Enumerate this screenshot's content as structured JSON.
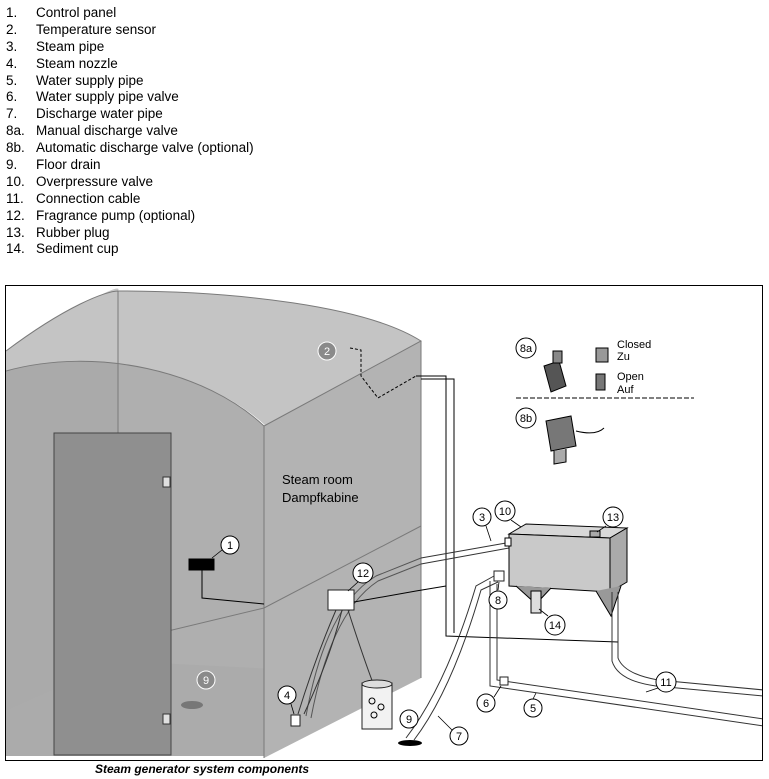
{
  "legend": [
    {
      "num": "1.",
      "text": "Control panel"
    },
    {
      "num": "2.",
      "text": "Temperature sensor"
    },
    {
      "num": "3.",
      "text": "Steam pipe"
    },
    {
      "num": "4.",
      "text": "Steam nozzle"
    },
    {
      "num": "5.",
      "text": "Water supply pipe"
    },
    {
      "num": "6.",
      "text": "Water supply pipe valve"
    },
    {
      "num": "7.",
      "text": "Discharge water pipe"
    },
    {
      "num": "8a.",
      "text": "Manual discharge valve"
    },
    {
      "num": "8b.",
      "text": "Automatic discharge valve (optional)"
    },
    {
      "num": "9.",
      "text": "Floor drain"
    },
    {
      "num": "10.",
      "text": "Overpressure valve"
    },
    {
      "num": "11.",
      "text": "Connection cable"
    },
    {
      "num": "12.",
      "text": "Fragrance pump (optional)"
    },
    {
      "num": "13.",
      "text": "Rubber plug"
    },
    {
      "num": "14.",
      "text": "Sediment cup"
    }
  ],
  "figure": {
    "room_label_line1": "Steam room",
    "room_label_line2": "Dampfkabine",
    "valve_closed_en": "Closed",
    "valve_closed_de": "Zu",
    "valve_open_en": "Open",
    "valve_open_de": "Auf",
    "callouts": {
      "c1": "1",
      "c2": "2",
      "c3": "3",
      "c4": "4",
      "c5": "5",
      "c6": "6",
      "c7": "7",
      "c8": "8",
      "c8a": "8a",
      "c8b": "8b",
      "c9_room": "9",
      "c9_floor": "9",
      "c10": "10",
      "c11": "11",
      "c12": "12",
      "c13": "13",
      "c14": "14"
    }
  },
  "caption": "Steam generator system components",
  "colors": {
    "room_front": "#a9a9a9",
    "room_side": "#bdbdbd",
    "room_floor": "#cfcfcf",
    "door": "#8e8e8e",
    "generator": "#c8c8c8",
    "callout_dark": "#8a8a8a"
  }
}
